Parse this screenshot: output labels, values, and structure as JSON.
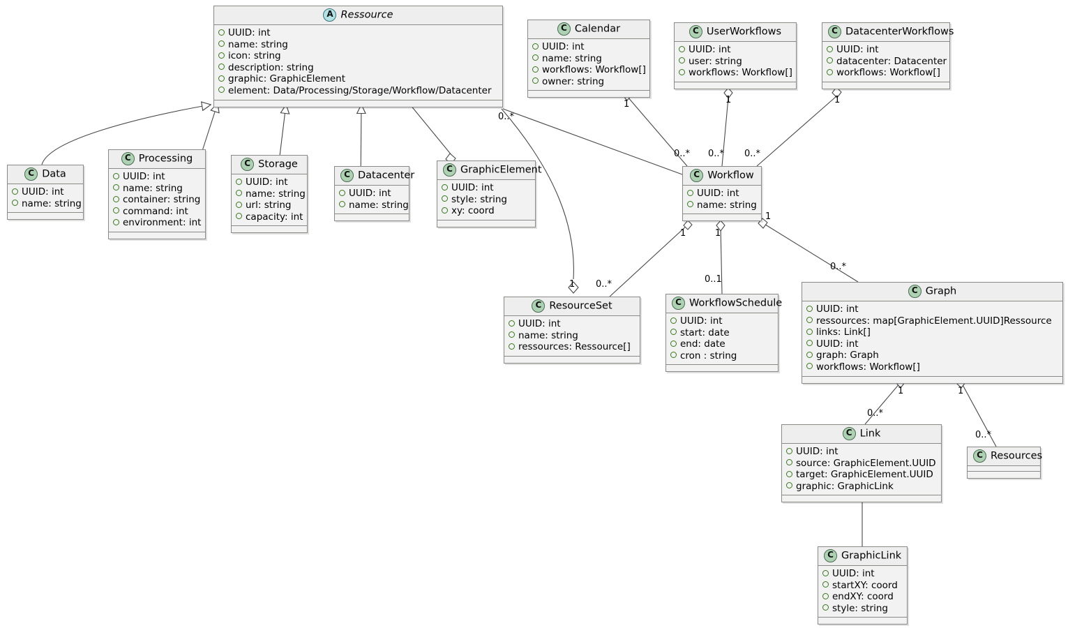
{
  "diagram": {
    "type": "uml-class-diagram",
    "background": "#ffffff",
    "line_color": "#46484a",
    "class_fill": "#f2f2f2",
    "header_fill": "#eeeeee",
    "border_color": "#888a85",
    "class_badge_color": "#add1b2",
    "abstract_badge_color": "#b3e2e6",
    "attr_marker_color": "#38761d"
  },
  "classes": [
    {
      "id": "ressource",
      "name": "Ressource",
      "stereotype": "A",
      "abstract": true,
      "attributes": [
        "UUID: int",
        "name: string",
        "icon: string",
        "description: string",
        "graphic: GraphicElement",
        "element: Data/Processing/Storage/Workflow/Datacenter"
      ]
    },
    {
      "id": "calendar",
      "name": "Calendar",
      "stereotype": "C",
      "abstract": false,
      "attributes": [
        "UUID: int",
        "name: string",
        "workflows: Workflow[]",
        "owner: string"
      ]
    },
    {
      "id": "userworkflows",
      "name": "UserWorkflows",
      "stereotype": "C",
      "abstract": false,
      "attributes": [
        "UUID: int",
        "user: string",
        "workflows: Workflow[]"
      ]
    },
    {
      "id": "datacenterworkflows",
      "name": "DatacenterWorkflows",
      "stereotype": "C",
      "abstract": false,
      "attributes": [
        "UUID: int",
        "datacenter: Datacenter",
        "workflows: Workflow[]"
      ]
    },
    {
      "id": "data",
      "name": "Data",
      "stereotype": "C",
      "abstract": false,
      "attributes": [
        "UUID: int",
        "name: string"
      ]
    },
    {
      "id": "processing",
      "name": "Processing",
      "stereotype": "C",
      "abstract": false,
      "attributes": [
        "UUID: int",
        "name: string",
        "container: string",
        "command: int",
        "environment: int"
      ]
    },
    {
      "id": "storage",
      "name": "Storage",
      "stereotype": "C",
      "abstract": false,
      "attributes": [
        "UUID: int",
        "name: string",
        "url: string",
        "capacity: int"
      ]
    },
    {
      "id": "datacenter",
      "name": "Datacenter",
      "stereotype": "C",
      "abstract": false,
      "attributes": [
        "UUID: int",
        "name: string"
      ]
    },
    {
      "id": "graphicelement",
      "name": "GraphicElement",
      "stereotype": "C",
      "abstract": false,
      "attributes": [
        "UUID: int",
        "style: string",
        "xy: coord"
      ]
    },
    {
      "id": "workflow",
      "name": "Workflow",
      "stereotype": "C",
      "abstract": false,
      "attributes": [
        "UUID: int",
        "name: string"
      ]
    },
    {
      "id": "resourceset",
      "name": "ResourceSet",
      "stereotype": "C",
      "abstract": false,
      "attributes": [
        "UUID: int",
        "name: string",
        "ressources: Ressource[]"
      ]
    },
    {
      "id": "workflowschedule",
      "name": "WorkflowSchedule",
      "stereotype": "C",
      "abstract": false,
      "attributes": [
        "UUID: int",
        "start: date",
        "end: date",
        "cron : string"
      ]
    },
    {
      "id": "graph",
      "name": "Graph",
      "stereotype": "C",
      "abstract": false,
      "attributes": [
        "UUID: int",
        "ressources: map[GraphicElement.UUID]Ressource",
        "links: Link[]",
        "UUID: int",
        "graph: Graph",
        "workflows: Workflow[]"
      ]
    },
    {
      "id": "link",
      "name": "Link",
      "stereotype": "C",
      "abstract": false,
      "attributes": [
        "UUID: int",
        "source: GraphicElement.UUID",
        "target: GraphicElement.UUID",
        "graphic: GraphicLink"
      ]
    },
    {
      "id": "resources",
      "name": "Resources",
      "stereotype": "C",
      "abstract": false,
      "attributes": []
    },
    {
      "id": "graphiclink",
      "name": "GraphicLink",
      "stereotype": "C",
      "abstract": false,
      "attributes": [
        "UUID: int",
        "startXY: coord",
        "endXY: coord",
        "style: string"
      ]
    }
  ],
  "multiplicities": [
    {
      "id": "m-ressource-resourceset-src",
      "label": "0..*"
    },
    {
      "id": "m-calendar-workflow",
      "label": "1"
    },
    {
      "id": "m-userworkflows-workflow",
      "label": "1"
    },
    {
      "id": "m-datacenterworkflows-workflow",
      "label": "1"
    },
    {
      "id": "m-workflow-calendar-end",
      "label": "0..*"
    },
    {
      "id": "m-workflow-user-end",
      "label": "0..*"
    },
    {
      "id": "m-workflow-datacenter-end",
      "label": "0..*"
    },
    {
      "id": "m-resourceset-one",
      "label": "1"
    },
    {
      "id": "m-resourceset-many",
      "label": "0..*"
    },
    {
      "id": "m-workflow-resourceset",
      "label": "1"
    },
    {
      "id": "m-workflow-schedule-src",
      "label": "1"
    },
    {
      "id": "m-workflowschedule-end",
      "label": "0..1"
    },
    {
      "id": "m-workflow-graph-src",
      "label": "1"
    },
    {
      "id": "m-graph-end",
      "label": "0..*"
    },
    {
      "id": "m-graph-link-src",
      "label": "1"
    },
    {
      "id": "m-link-end",
      "label": "0..*"
    },
    {
      "id": "m-graph-resources-src",
      "label": "1"
    },
    {
      "id": "m-resources-end",
      "label": "0..*"
    }
  ]
}
